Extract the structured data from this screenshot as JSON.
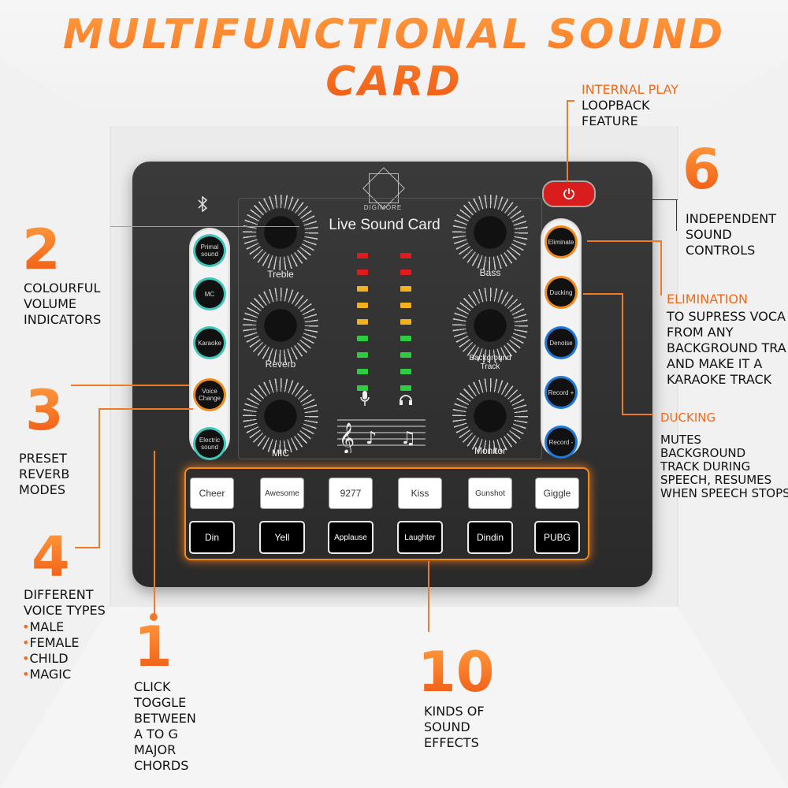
{
  "title": "MULTIFUNCTIONAL  SOUND CARD",
  "brand": "DIGIMORE",
  "device_label": "Live Sound Card",
  "knobs": {
    "treble": "Treble",
    "reverb": "Reverb",
    "mic": "MIC",
    "bass": "Bass",
    "background_track": "Background Track",
    "monitor": "Monitor"
  },
  "left_buttons": [
    "Primal sound",
    "MC",
    "Karaoke",
    "Voice Change",
    "Electric sound"
  ],
  "right_buttons": [
    "Eliminate",
    "Ducking",
    "Denoise",
    "Record +",
    "Record -"
  ],
  "effects_top": [
    "Cheer",
    "Awesome",
    "9277",
    "Kiss",
    "Gunshot",
    "Giggle"
  ],
  "effects_bottom": [
    "Din",
    "Yell",
    "Applause",
    "Laughter",
    "Dindin",
    "PUBG"
  ],
  "callouts": {
    "internal_play": {
      "heading": "INTERNAL PLAY",
      "lines": [
        "LOOPBACK",
        "FEATURE"
      ]
    },
    "six": {
      "num": "6",
      "lines": [
        "INDEPENDENT",
        "SOUND",
        "CONTROLS"
      ]
    },
    "elimination": {
      "heading": "ELIMINATION",
      "lines": [
        "TO SUPRESS VOCA",
        "FROM ANY",
        "BACKGROUND TRA",
        "AND MAKE IT A",
        "KARAOKE TRACK"
      ]
    },
    "ducking": {
      "heading": "DUCKING",
      "lines": [
        "MUTES",
        "BACKGROUND",
        "TRACK DURING",
        "SPEECH, RESUMES",
        "WHEN SPEECH STOPS"
      ]
    },
    "two": {
      "num": "2",
      "lines": [
        "COLOURFUL",
        "VOLUME",
        "INDICATORS"
      ]
    },
    "three": {
      "num": "3",
      "lines": [
        "PRESET",
        "REVERB",
        "MODES"
      ]
    },
    "four": {
      "num": "4",
      "lines": [
        "DIFFERENT",
        "VOICE TYPES"
      ],
      "bullets": [
        "MALE",
        "FEMALE",
        "CHILD",
        "MAGIC"
      ]
    },
    "one": {
      "num": "1",
      "lines": [
        "CLICK",
        "TOGGLE",
        "BETWEEN",
        "A TO G",
        "MAJOR",
        "CHORDS"
      ]
    },
    "ten": {
      "num": "10",
      "lines": [
        "KINDS OF",
        "SOUND",
        "EFFECTS"
      ]
    }
  },
  "colors": {
    "accent": "#f06a1c",
    "device": "#2e2e2e",
    "ring_teal": "#3ec6b8",
    "ring_orange": "#f08a1c",
    "ring_blue": "#1e78d8"
  }
}
